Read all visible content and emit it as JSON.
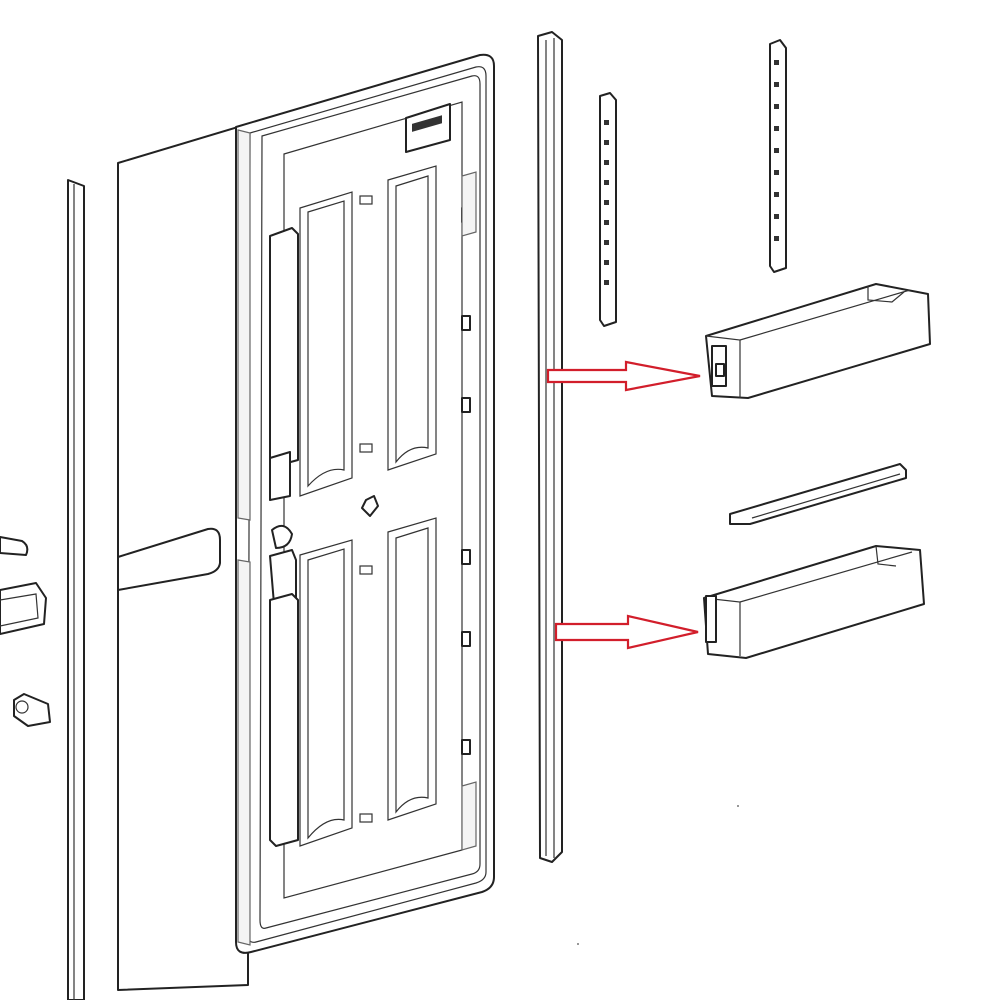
{
  "diagram": {
    "label_plate_text": "",
    "parts": [
      "door-seal-strip-left",
      "door-outer-panel",
      "door-inner-liner",
      "door-gasket-strip",
      "shelf-rail-short",
      "shelf-rail-tall",
      "door-shelf-upper",
      "shelf-trim-bar",
      "door-shelf-lower",
      "hinge-parts"
    ],
    "arrows": [
      "upper-shelf-arrow",
      "lower-shelf-arrow"
    ],
    "colors": {
      "line": "#222222",
      "arrow": "#d21e2b",
      "background": "#ffffff"
    }
  }
}
